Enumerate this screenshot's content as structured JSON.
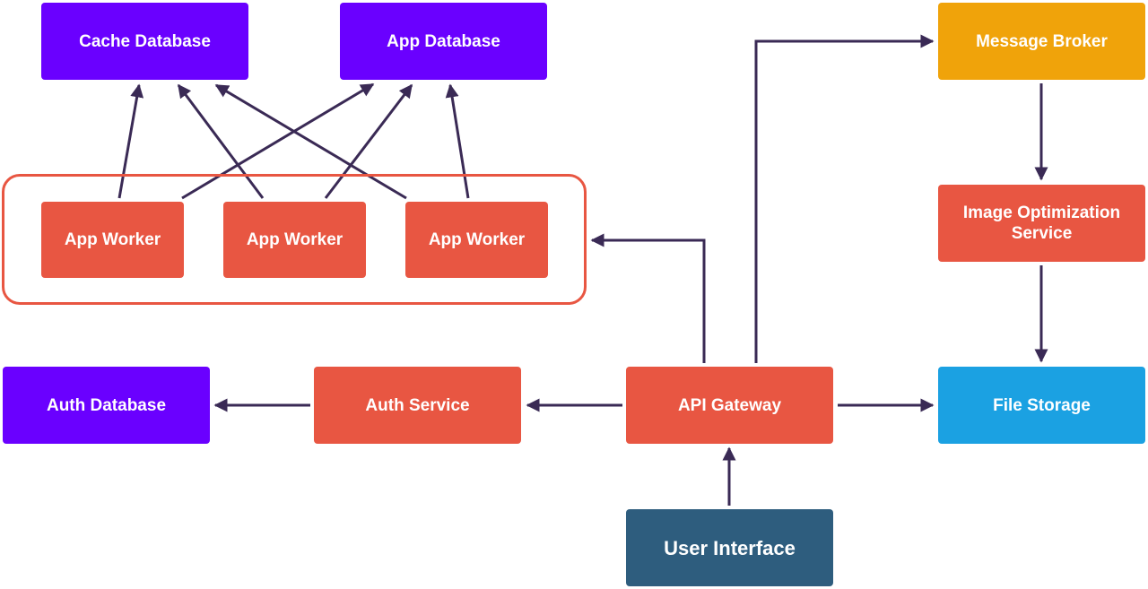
{
  "diagram": {
    "nodes": {
      "cache_database": {
        "label": "Cache Database",
        "color": "#6a00ff"
      },
      "app_database": {
        "label": "App Database",
        "color": "#6a00ff"
      },
      "message_broker": {
        "label": "Message Broker",
        "color": "#f0a30a"
      },
      "app_worker_1": {
        "label": "App Worker",
        "color": "#e85642"
      },
      "app_worker_2": {
        "label": "App Worker",
        "color": "#e85642"
      },
      "app_worker_3": {
        "label": "App Worker",
        "color": "#e85642"
      },
      "image_optimization_service": {
        "label": "Image Optimization Service",
        "color": "#e85642"
      },
      "auth_database": {
        "label": "Auth Database",
        "color": "#6a00ff"
      },
      "auth_service": {
        "label": "Auth Service",
        "color": "#e85642"
      },
      "api_gateway": {
        "label": "API Gateway",
        "color": "#e85642"
      },
      "file_storage": {
        "label": "File Storage",
        "color": "#1ba1e2"
      },
      "user_interface": {
        "label": "User Interface",
        "color": "#2e5d7e"
      }
    },
    "edges": [
      {
        "from": "app_worker_1",
        "to": "cache_database"
      },
      {
        "from": "app_worker_1",
        "to": "app_database"
      },
      {
        "from": "app_worker_2",
        "to": "cache_database"
      },
      {
        "from": "app_worker_2",
        "to": "app_database"
      },
      {
        "from": "app_worker_3",
        "to": "cache_database"
      },
      {
        "from": "app_worker_3",
        "to": "app_database"
      },
      {
        "from": "api_gateway",
        "to": "app_worker_group"
      },
      {
        "from": "api_gateway",
        "to": "message_broker"
      },
      {
        "from": "message_broker",
        "to": "image_optimization_service"
      },
      {
        "from": "image_optimization_service",
        "to": "file_storage"
      },
      {
        "from": "api_gateway",
        "to": "file_storage"
      },
      {
        "from": "api_gateway",
        "to": "auth_service"
      },
      {
        "from": "auth_service",
        "to": "auth_database"
      },
      {
        "from": "user_interface",
        "to": "api_gateway"
      }
    ],
    "colors": {
      "arrow": "#3a2a55",
      "group_border": "#e85642"
    }
  }
}
